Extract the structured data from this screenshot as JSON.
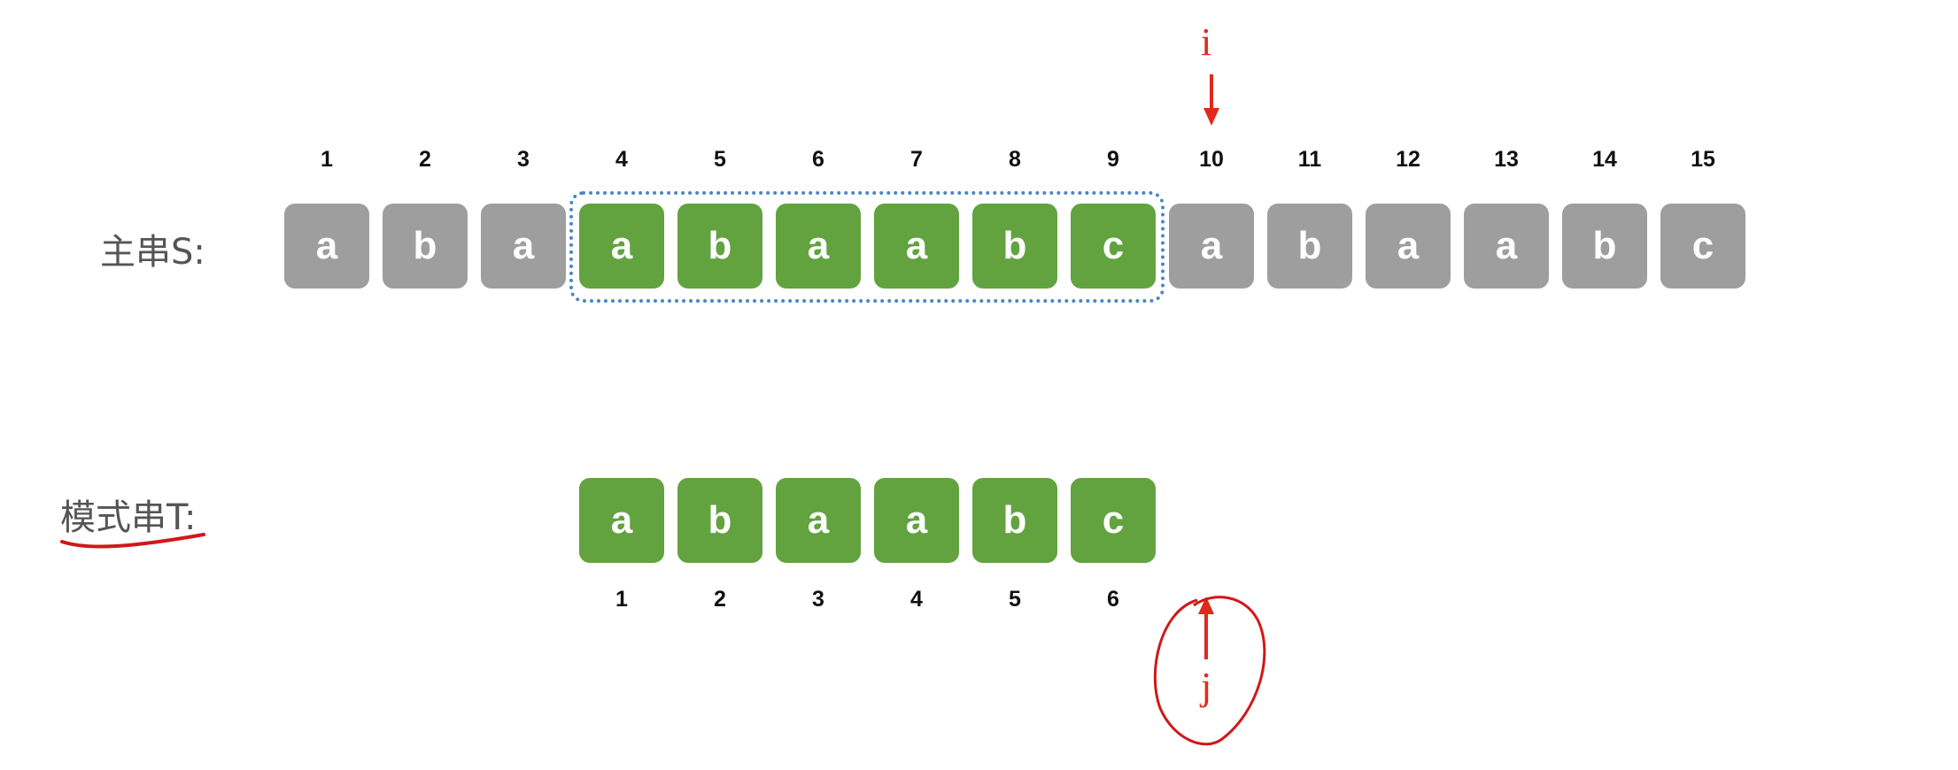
{
  "main_string": {
    "label": "主串S:",
    "chars": [
      "a",
      "b",
      "a",
      "a",
      "b",
      "a",
      "a",
      "b",
      "c",
      "a",
      "b",
      "a",
      "a",
      "b",
      "c"
    ],
    "indices": [
      "1",
      "2",
      "3",
      "4",
      "5",
      "6",
      "7",
      "8",
      "9",
      "10",
      "11",
      "12",
      "13",
      "14",
      "15"
    ],
    "matched_range": [
      4,
      9
    ]
  },
  "pattern_string": {
    "label": "模式串T:",
    "chars": [
      "a",
      "b",
      "a",
      "a",
      "b",
      "c"
    ],
    "indices": [
      "1",
      "2",
      "3",
      "4",
      "5",
      "6"
    ],
    "offset": 4
  },
  "pointers": {
    "i": {
      "label": "i",
      "position": 10
    },
    "j": {
      "label": "j",
      "position": 7
    }
  },
  "colors": {
    "matched": "#62a340",
    "unmatched": "#9e9e9e",
    "pointer": "#e02a1c",
    "window": "#4a86c5"
  }
}
